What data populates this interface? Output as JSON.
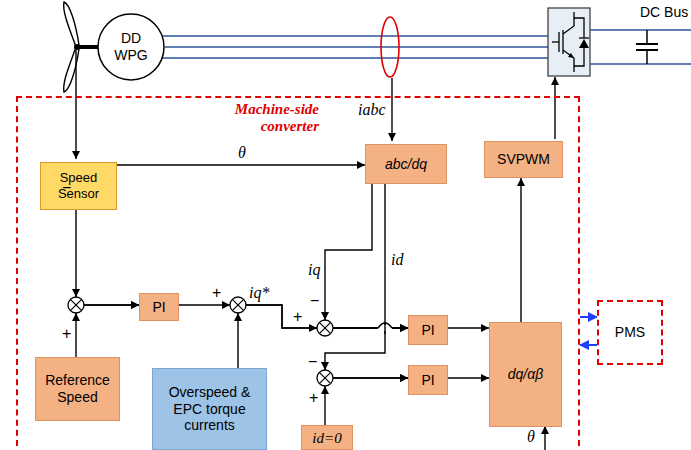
{
  "diagram": {
    "nodes": [
      {
        "text": [
          "DD WPG"
        ]
      },
      {
        "text": [
          "Machine-side converter"
        ]
      },
      {
        "text": [
          "Speed Sensor"
        ],
        "in": 1
      },
      {
        "text": [
          "abc/dq"
        ],
        "in": 1
      },
      {
        "text": [
          "SVPWM"
        ],
        "in": 1
      },
      {
        "text": [
          "PI"
        ],
        "in": 1
      },
      {
        "text": [
          "PI"
        ],
        "in": 1
      },
      {
        "text": [
          "PI"
        ],
        "in": 1
      },
      {
        "text": [
          "dq/αβ"
        ],
        "in": 1
      },
      {
        "text": [
          "Reference Speed"
        ],
        "in": 1
      },
      {
        "text": [
          "Overspeed & EPC torque currents"
        ],
        "in": 1
      },
      {
        "text": [
          "id=0"
        ],
        "in": 1
      },
      {
        "text": [
          "PMS"
        ]
      }
    ],
    "edges": [
      {
        "from": 2,
        "to": 3,
        "arrow": "to"
      },
      {
        "from": 2,
        "to": 5,
        "arrow": "to"
      },
      {
        "from": 9,
        "to": 5,
        "arrow": "to"
      },
      {
        "from": 5,
        "to": 6,
        "arrow": "to"
      },
      {
        "from": 10,
        "to": 6,
        "arrow": "to"
      },
      {
        "from": 3,
        "to": 6,
        "arrow": "to"
      },
      {
        "from": 3,
        "to": 7,
        "arrow": "to"
      },
      {
        "from": 11,
        "to": 7,
        "arrow": "to"
      },
      {
        "from": 6,
        "to": 8,
        "arrow": "to"
      },
      {
        "from": 7,
        "to": 8,
        "arrow": "to"
      },
      {
        "from": 8,
        "to": 4,
        "arrow": "to"
      },
      {
        "from": 1,
        "to": 12,
        "arrow": "to"
      },
      {
        "from": 12,
        "to": 1,
        "arrow": "to"
      }
    ],
    "labels": [
      "DC Bus",
      "iabc",
      "θ",
      "−",
      "+",
      "+",
      "iq*",
      "+",
      "iq",
      "−",
      "id",
      "−",
      "+",
      "θ"
    ]
  }
}
